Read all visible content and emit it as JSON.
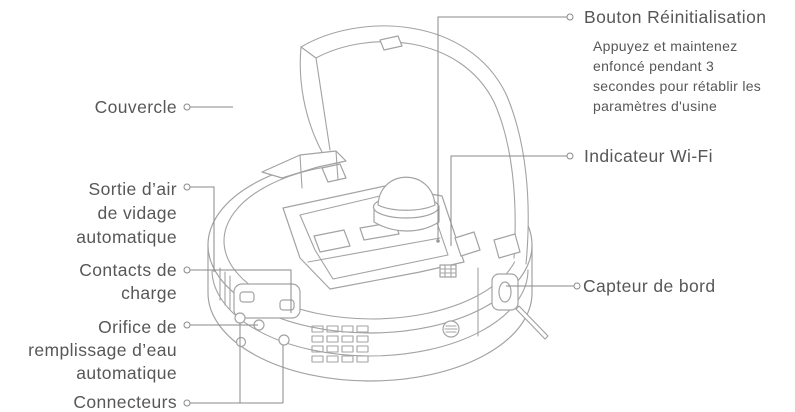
{
  "labels": {
    "couvercle": "Couvercle",
    "sortie_air": [
      "Sortie d’air",
      "de vidage",
      "automatique"
    ],
    "contacts_charge": [
      "Contacts de",
      "charge"
    ],
    "orifice": [
      "Orifice de",
      "remplissage d’eau",
      "automatique"
    ],
    "connecteurs": "Connecteurs",
    "bouton_reinit": "Bouton Réinitialisation",
    "bouton_reinit_desc": [
      "Appuyez et maintenez",
      "enfoncé pendant 3",
      "secondes pour rétablir les",
      "paramètres d'usine"
    ],
    "indicateur_wifi": "Indicateur Wi-Fi",
    "capteur_bord": "Capteur de bord"
  },
  "colors": {
    "text": "#575757",
    "leader_line": "#8a8a8a",
    "drawing_stroke": "#a3a3a3",
    "background": "#ffffff"
  }
}
